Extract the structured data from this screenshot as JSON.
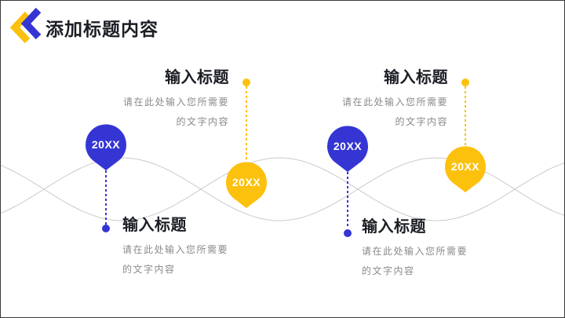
{
  "slide": {
    "title": "添加标题内容"
  },
  "colors": {
    "blue": "#3535d4",
    "yellow": "#fcc10d",
    "wave": "#cbcbcb",
    "heading_text": "#1b1e24",
    "body_text": "#8a8a8a"
  },
  "icons": {
    "header": "double-chevron-left-icon"
  },
  "items": [
    {
      "year": "20XX",
      "heading": "输入标题",
      "body": [
        "请在此处输入您所需要",
        "的文字内容"
      ],
      "pin_color": "blue",
      "text_position": "bottom"
    },
    {
      "year": "20XX",
      "heading": "输入标题",
      "body": [
        "请在此处输入您所需要",
        "的文字内容"
      ],
      "pin_color": "yellow",
      "text_position": "top"
    },
    {
      "year": "20XX",
      "heading": "输入标题",
      "body": [
        "请在此处输入您所需要",
        "的文字内容"
      ],
      "pin_color": "blue",
      "text_position": "bottom"
    },
    {
      "year": "20XX",
      "heading": "输入标题",
      "body": [
        "请在此处输入您所需要",
        "的文字内容"
      ],
      "pin_color": "yellow",
      "text_position": "top"
    }
  ]
}
